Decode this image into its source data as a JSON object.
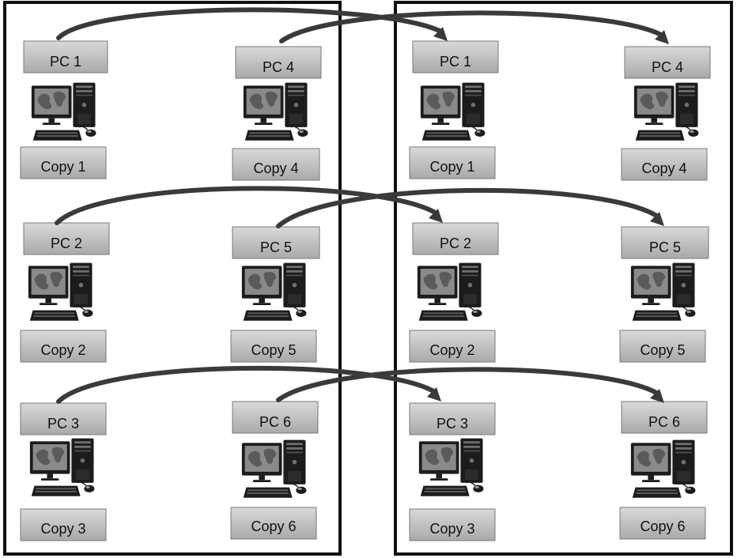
{
  "colors": {
    "label_top": "#d9d9d9",
    "label_bottom": "#a9a9a9",
    "label_border": "#7a7a7a",
    "group_border": "#111111",
    "connector": "#3a3a3a",
    "screen": "#8a8a8a",
    "device_dark": "#1c1c1c"
  },
  "icon": "desktop-computer-icon",
  "groups": [
    {
      "nodes": [
        {
          "pc_label": "PC 1",
          "copy_label": "Copy 1"
        },
        {
          "pc_label": "PC 2",
          "copy_label": "Copy 2"
        },
        {
          "pc_label": "PC 3",
          "copy_label": "Copy 3"
        },
        {
          "pc_label": "PC 4",
          "copy_label": "Copy 4"
        },
        {
          "pc_label": "PC 5",
          "copy_label": "Copy 5"
        },
        {
          "pc_label": "PC 6",
          "copy_label": "Copy 6"
        }
      ]
    },
    {
      "nodes": [
        {
          "pc_label": "PC 1",
          "copy_label": "Copy 1"
        },
        {
          "pc_label": "PC 2",
          "copy_label": "Copy 2"
        },
        {
          "pc_label": "PC 3",
          "copy_label": "Copy 3"
        },
        {
          "pc_label": "PC 4",
          "copy_label": "Copy 4"
        },
        {
          "pc_label": "PC 5",
          "copy_label": "Copy 5"
        },
        {
          "pc_label": "PC 6",
          "copy_label": "Copy 6"
        }
      ]
    }
  ],
  "connections": [
    {
      "from": "group-1 PC 1",
      "to": "group-2 PC 1"
    },
    {
      "from": "group-1 PC 4",
      "to": "group-2 PC 4"
    },
    {
      "from": "group-1 PC 2",
      "to": "group-2 PC 2"
    },
    {
      "from": "group-1 PC 5",
      "to": "group-2 PC 5"
    },
    {
      "from": "group-1 PC 3",
      "to": "group-2 PC 3"
    },
    {
      "from": "group-1 PC 6",
      "to": "group-2 PC 6"
    }
  ]
}
